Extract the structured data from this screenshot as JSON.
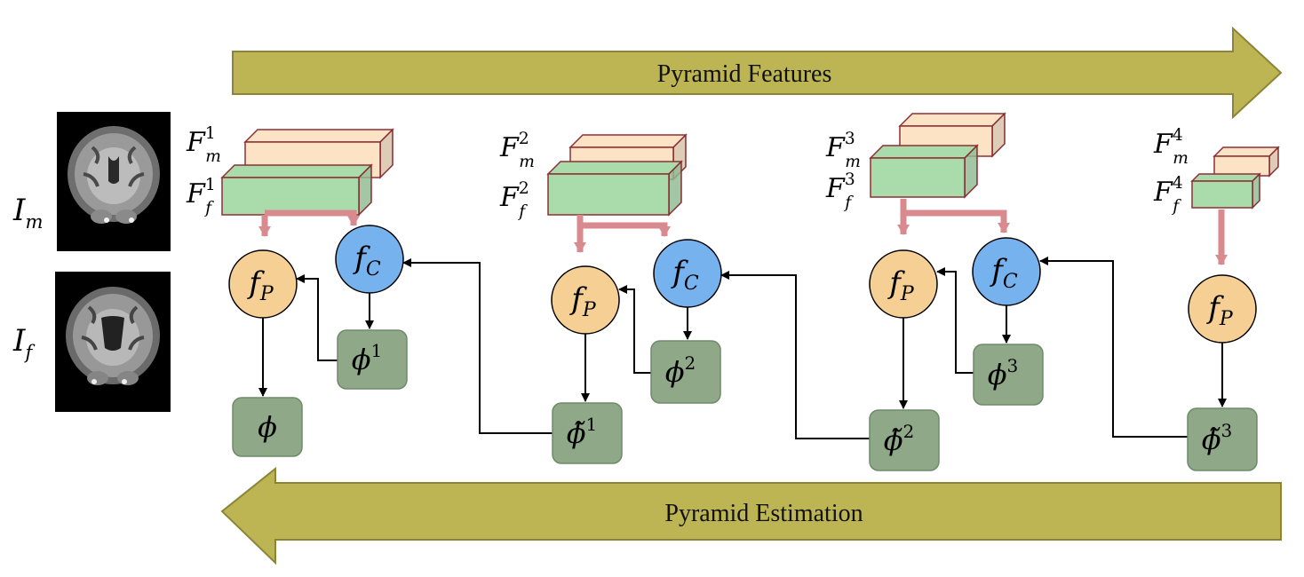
{
  "banners": {
    "features": "Pyramid Features",
    "estimation": "Pyramid Estimation"
  },
  "images": {
    "moving": {
      "base": "I",
      "sub": "m",
      "icon": "brain-mri-moving"
    },
    "fixed": {
      "base": "I",
      "sub": "f",
      "icon": "brain-mri-fixed"
    }
  },
  "levels": [
    {
      "Fm": {
        "base": "F",
        "sub": "m",
        "sup": "1"
      },
      "Ff": {
        "base": "F",
        "sub": "f",
        "sup": "1"
      }
    },
    {
      "Fm": {
        "base": "F",
        "sub": "m",
        "sup": "2"
      },
      "Ff": {
        "base": "F",
        "sub": "f",
        "sup": "2"
      }
    },
    {
      "Fm": {
        "base": "F",
        "sub": "m",
        "sup": "3"
      },
      "Ff": {
        "base": "F",
        "sub": "f",
        "sup": "3"
      }
    },
    {
      "Fm": {
        "base": "F",
        "sub": "m",
        "sup": "4"
      },
      "Ff": {
        "base": "F",
        "sub": "f",
        "sup": "4"
      }
    }
  ],
  "nodes": {
    "fp": {
      "base": "f",
      "sub": "P"
    },
    "fc": {
      "base": "f",
      "sub": "C"
    },
    "phi_final": "ϕ",
    "phi": [
      {
        "base": "ϕ",
        "sup": "1"
      },
      {
        "base": "ϕ",
        "sup": "2"
      },
      {
        "base": "ϕ",
        "sup": "3"
      }
    ],
    "phi_tilde": [
      {
        "base": "ϕ̃",
        "sup": "1"
      },
      {
        "base": "ϕ̃",
        "sup": "2"
      },
      {
        "base": "ϕ̃",
        "sup": "3"
      }
    ]
  },
  "colors": {
    "banner": "#bdb553",
    "banner_stroke": "#8c8537",
    "box_moving": "#fde3c6",
    "box_fixed": "#a9dbab",
    "box_stroke": "#8f2f35",
    "fp_fill": "#f6cf94",
    "fc_fill": "#76b2ee",
    "phi_fill": "#8ea888",
    "pink_arrow": "#d98a8e"
  }
}
